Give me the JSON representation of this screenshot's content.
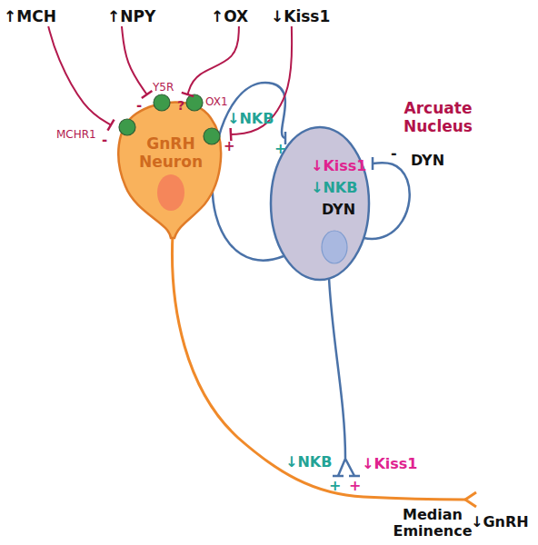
{
  "diagram": {
    "nodes": [
      {
        "text": [
          "↑MCH"
        ]
      },
      {
        "text": [
          "↑NPY"
        ]
      },
      {
        "text": [
          "↑OX"
        ]
      },
      {
        "text": [
          "↓Kiss1"
        ]
      },
      {
        "text": [
          "GnRH Neuron"
        ]
      },
      {
        "text": [
          "↓Kiss1",
          "↓NKB",
          "DYN"
        ]
      }
    ],
    "edges": [
      {
        "from": 0,
        "to": 4,
        "arrow": "none"
      },
      {
        "from": 1,
        "to": 4,
        "arrow": "none"
      },
      {
        "from": 2,
        "to": 4,
        "arrow": "none"
      },
      {
        "from": 3,
        "to": 4,
        "arrow": "none"
      }
    ],
    "labels": [
      "MCHR1",
      "-",
      "Y5R",
      "-",
      "?",
      "OX1",
      "+",
      "Arcuate Nucleus",
      "↓NKB",
      "+",
      "DYN",
      "-",
      "↓NKB",
      "+",
      "+",
      "↓Kiss1",
      "Median Eminence",
      "↓GnRH"
    ]
  }
}
